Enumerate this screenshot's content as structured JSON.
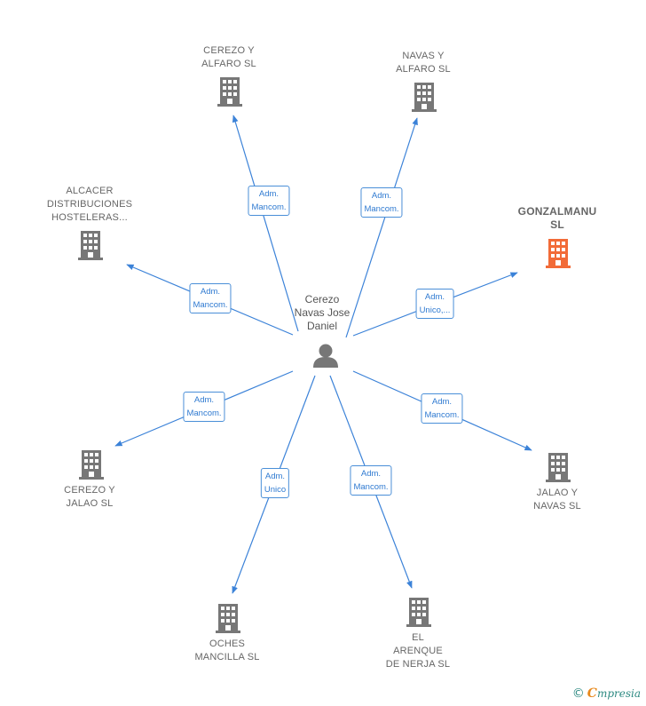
{
  "center": {
    "name": "Cerezo\nNavas Jose\nDaniel",
    "icon": "person-icon"
  },
  "colors": {
    "edge": "#3b82d8",
    "building": "#777777",
    "highlight": "#f26b38",
    "label_text": "#2f7ad1"
  },
  "nodes": [
    {
      "id": "cerezo-alfaro",
      "name": "CEREZO Y\nALFARO SL",
      "role": "Adm.\nMancom.",
      "highlight": false
    },
    {
      "id": "navas-alfaro",
      "name": "NAVAS Y\nALFARO  SL",
      "role": "Adm.\nMancom.",
      "highlight": false
    },
    {
      "id": "alcacer",
      "name": "ALCACER\nDISTRIBUCIONES\nHOSTELERAS...",
      "role": "Adm.\nMancom.",
      "highlight": false
    },
    {
      "id": "gonzalmanu",
      "name": "GONZALMANU\nSL",
      "role": "Adm.\nUnico,...",
      "highlight": true
    },
    {
      "id": "cerezo-jalao",
      "name": "CEREZO Y\nJALAO  SL",
      "role": "Adm.\nMancom.",
      "highlight": false
    },
    {
      "id": "jalao-navas",
      "name": "JALAO Y\nNAVAS  SL",
      "role": "Adm.\nMancom.",
      "highlight": false
    },
    {
      "id": "oches-mancilla",
      "name": "OCHES\nMANCILLA  SL",
      "role": "Adm.\nUnico",
      "highlight": false
    },
    {
      "id": "el-arenque",
      "name": "EL\nARENQUE\nDE NERJA  SL",
      "role": "Adm.\nMancom.",
      "highlight": false
    }
  ],
  "brand": {
    "copyright": "©",
    "name_first": "C",
    "name_rest": "mpresia"
  }
}
